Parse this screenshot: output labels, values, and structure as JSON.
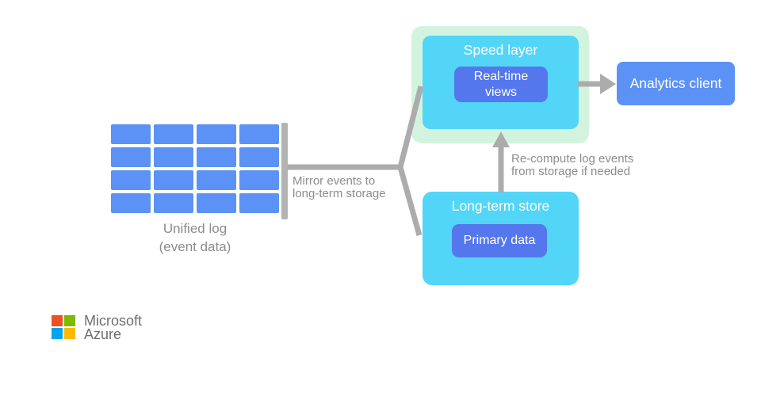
{
  "diagram": {
    "unified_log": {
      "grid": {
        "rows": 4,
        "cols": 4
      },
      "caption_line1": "Unified log",
      "caption_line2": "(event data)"
    },
    "mirror_connector_label": {
      "line1": "Mirror events to",
      "line2": "long-term storage"
    },
    "speed_layer": {
      "title": "Speed layer",
      "realtime_line1": "Real-time",
      "realtime_line2": "views"
    },
    "analytics_client_label": "Analytics client",
    "long_term_store": {
      "title": "Long-term store",
      "primary_data_label": "Primary data"
    },
    "recompute_label": {
      "line1": "Re-compute log events",
      "line2": "from storage if needed"
    },
    "colors": {
      "log_cell_blue": "#5C92F6",
      "cyan_box": "#53D5F8",
      "mint_panel": "#D2F4DF",
      "inner_blue_box": "#5577ED",
      "analytics_blue": "#5C92F6",
      "connector_gray": "#ACACAC",
      "bar_gray": "#B3B3B3",
      "label_gray": "#8C8C8C",
      "brand_text_gray": "#6F6F6F"
    }
  },
  "footer": {
    "brand_line1": "Microsoft",
    "brand_line2": "Azure",
    "logo_squares": {
      "top_left": "#F25022",
      "top_right": "#7FBA00",
      "bottom_left": "#00A4EF",
      "bottom_right": "#FFB900"
    }
  }
}
